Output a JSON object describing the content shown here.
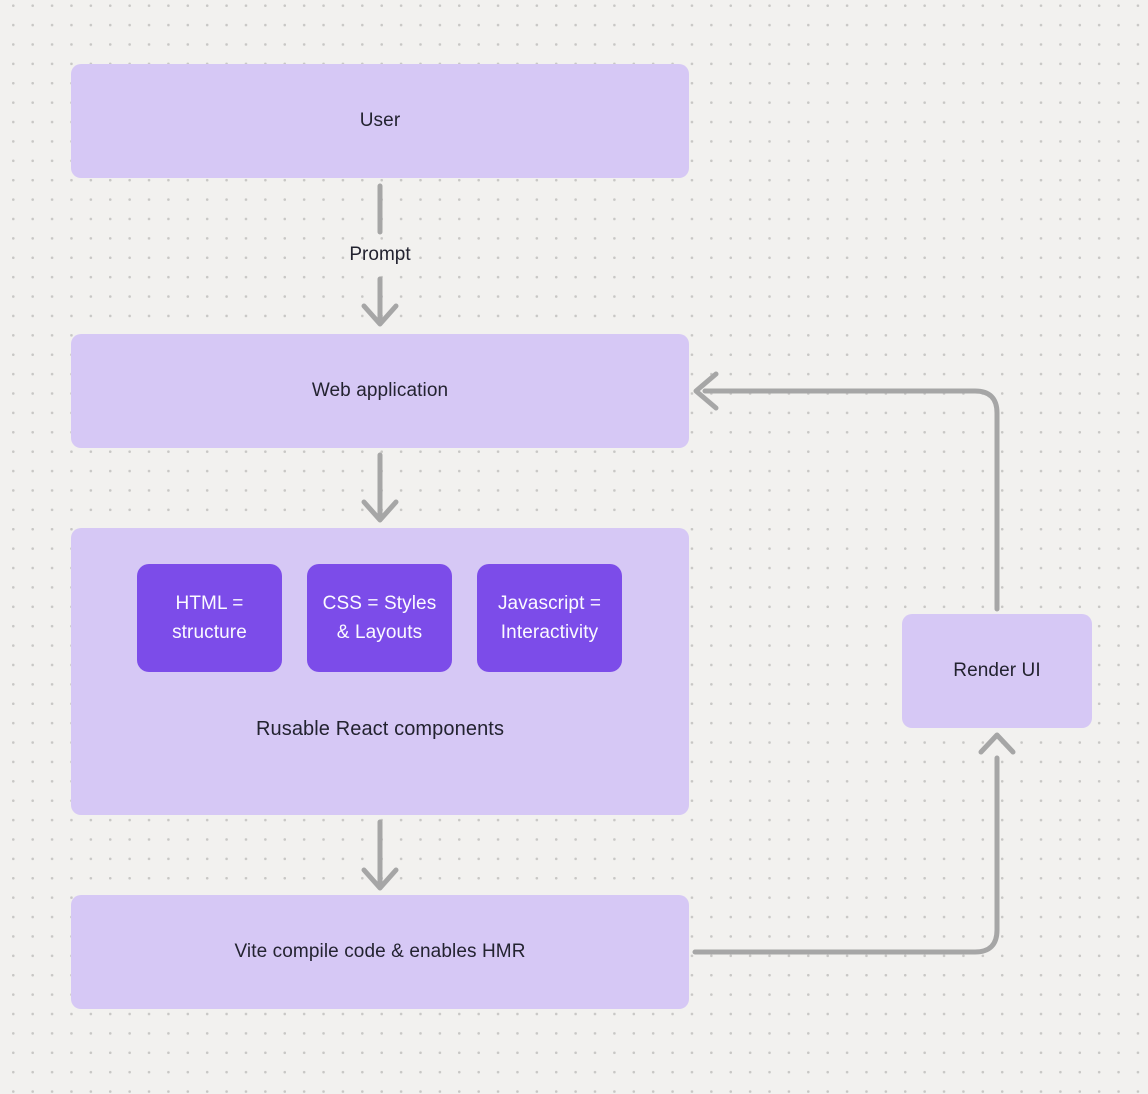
{
  "theme": {
    "canvas_bg": "#f2f1ef",
    "dot_color": "#c8c7c5",
    "node_fill": "#d6c8f5",
    "chip_fill": "#7c4ce9",
    "text_color": "#232330",
    "chip_text_color": "#fbfaff",
    "arrow_color": "#a6a6a6"
  },
  "diagram": {
    "nodes": {
      "user": {
        "label": "User"
      },
      "web_application": {
        "label": "Web application"
      },
      "components_group": {
        "label": "Rusable React components",
        "chips": [
          {
            "label": "HTML = structure"
          },
          {
            "label": "CSS = Styles & Layouts"
          },
          {
            "label": "Javascript = Interactivity"
          }
        ]
      },
      "vite": {
        "label": "Vite compile code & enables HMR"
      },
      "render_ui": {
        "label": "Render UI"
      }
    },
    "edges": {
      "user_to_webapp": {
        "label": "Prompt"
      }
    }
  }
}
